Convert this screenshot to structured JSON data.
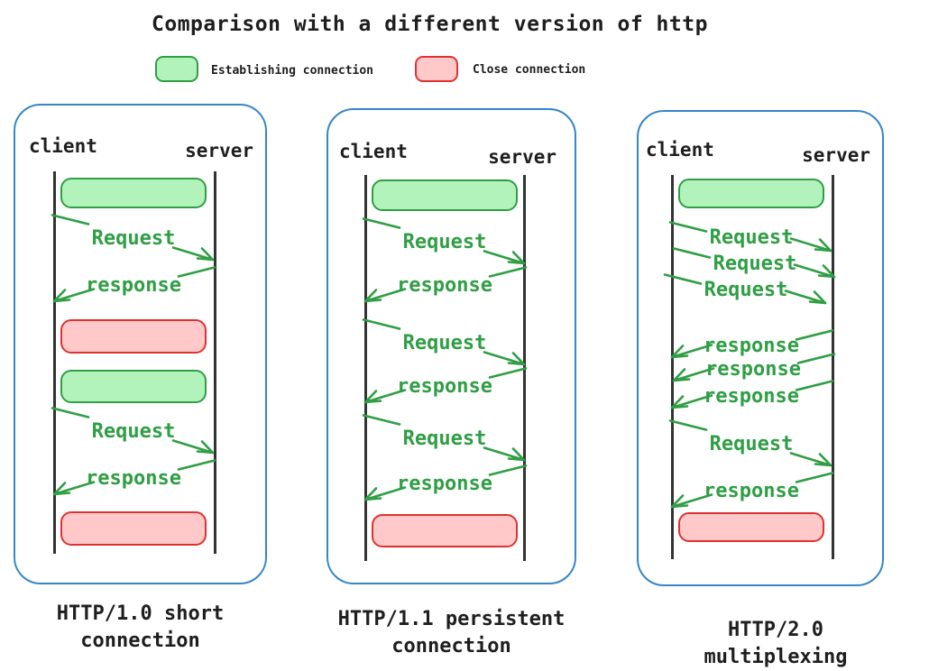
{
  "title": "Comparison with a different version of http",
  "colors": {
    "blue": "#3585cb",
    "green": "#2f9e44",
    "green_fill": "#b2f2bb",
    "red": "#e03131",
    "red_fill": "#ffc9c9",
    "ink": "#1e1e1e",
    "lifeline": "#333333"
  },
  "legend": [
    {
      "id": "establish",
      "label": "Establishing connection",
      "fill": "#b2f2bb",
      "stroke": "#2f9e44"
    },
    {
      "id": "close",
      "label": "Close connection",
      "fill": "#ffc9c9",
      "stroke": "#e03131"
    }
  ],
  "panels": [
    {
      "id": "http10",
      "client": "client",
      "server": "server",
      "caption_line1": "HTTP/1.0 short",
      "caption_line2": "connection",
      "sequence": [
        {
          "type": "establish"
        },
        {
          "type": "request",
          "label": "Request"
        },
        {
          "type": "response",
          "label": "response"
        },
        {
          "type": "close"
        },
        {
          "type": "establish"
        },
        {
          "type": "request",
          "label": "Request"
        },
        {
          "type": "response",
          "label": "response"
        },
        {
          "type": "close"
        }
      ]
    },
    {
      "id": "http11",
      "client": "client",
      "server": "server",
      "caption_line1": "HTTP/1.1 persistent",
      "caption_line2": "connection",
      "sequence": [
        {
          "type": "establish"
        },
        {
          "type": "request",
          "label": "Request"
        },
        {
          "type": "response",
          "label": "response"
        },
        {
          "type": "request",
          "label": "Request"
        },
        {
          "type": "response",
          "label": "response"
        },
        {
          "type": "request",
          "label": "Request"
        },
        {
          "type": "response",
          "label": "response"
        },
        {
          "type": "close"
        }
      ]
    },
    {
      "id": "http20",
      "client": "client",
      "server": "server",
      "caption_line1": "HTTP/2.0 multiplexing",
      "caption_line2": "",
      "sequence": [
        {
          "type": "establish"
        },
        {
          "type": "request",
          "label": "Request"
        },
        {
          "type": "request",
          "label": "Request"
        },
        {
          "type": "request",
          "label": "Request"
        },
        {
          "type": "response",
          "label": "response"
        },
        {
          "type": "response",
          "label": "response"
        },
        {
          "type": "response",
          "label": "response"
        },
        {
          "type": "request",
          "label": "Request"
        },
        {
          "type": "response",
          "label": "response"
        },
        {
          "type": "close"
        }
      ]
    }
  ]
}
